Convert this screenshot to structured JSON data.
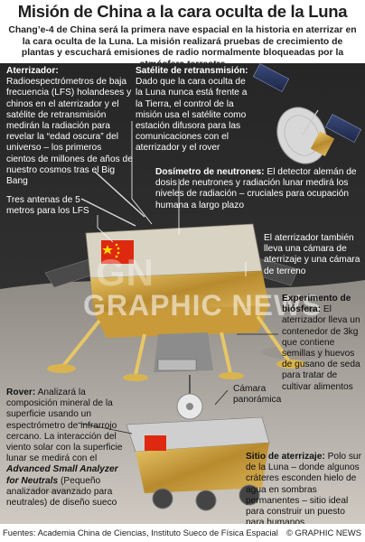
{
  "title": "Misión de China a la cara oculta de la Luna",
  "subtitle": "Chang’e-4 de China será la primera nave espacial en la historia en aterrizar en la cara oculta de la Luna. La misión realizará pruebas de crecimiento de plantas y escuchará emisiones de radio normalmente bloqueadas por la atmósfera terrestre",
  "lander": {
    "heading": "Aterrizador:",
    "text": "Radioespectrómetros de baja frecuencia (LFS) holandeses y chinos en el aterrizador y el satélite de retransmisión medirán la radiación para revelar la “edad oscura” del universo – los primeros cientos de millones de años de nuestro cosmos tras el Big Bang"
  },
  "antennas": "Tres antenas de 5 metros para los LFS",
  "relay": {
    "heading": "Satélite de retransmisión:",
    "text": "Dado que la cara oculta de la Luna nunca está frente a la Tierra, el control de la misión usa el satélite como estación difusora para las comunicaciones con el aterrizador y el rover"
  },
  "dosimeter": {
    "heading": "Dosímetro de neutrones:",
    "text": "El detector alemán de dosis de neutrones y radiación lunar medirá los niveles de radiación – cruciales para ocupación humana a largo plazo"
  },
  "camera_note": "El aterrizador también lleva una cámara de aterrizaje y una cámara de terreno",
  "biosphere": {
    "heading": "Experimento de biósfera:",
    "text": "El aterrizador lleva un contenedor de 3kg que contiene semillas y huevos de gusano de seda para tratar de cultivar alimentos"
  },
  "pan_camera": "Cámara panorámica",
  "rover": {
    "heading": "Rover:",
    "text": "Analizará la composición mineral de la superficie usando un espectrómetro de infrarrojo cercano. La interacción del viento solar con la superficie lunar se medirá con el",
    "instrument": "Advanced Small Analyzer for Neutrals",
    "suffix": "(Pequeño analizador avanzado para neutrales) de diseño sueco"
  },
  "site": {
    "heading": "Sitio de aterrizaje:",
    "text": "Polo sur de la Luna – donde algunos cráteres esconden hielo de agua en sombras permanentes – sitio ideal para construir un puesto para humanos"
  },
  "watermark": "GRAPHIC NEWS",
  "sources": "Fuentes: Academia China de Ciencias, Instituto Sueco de Física Espacial",
  "copyright": "© GRAPHIC NEWS",
  "colors": {
    "panel": "#2b2b2b",
    "gold": "#c9a24a",
    "moon": "#a9a39a",
    "flag": "#de2910"
  }
}
